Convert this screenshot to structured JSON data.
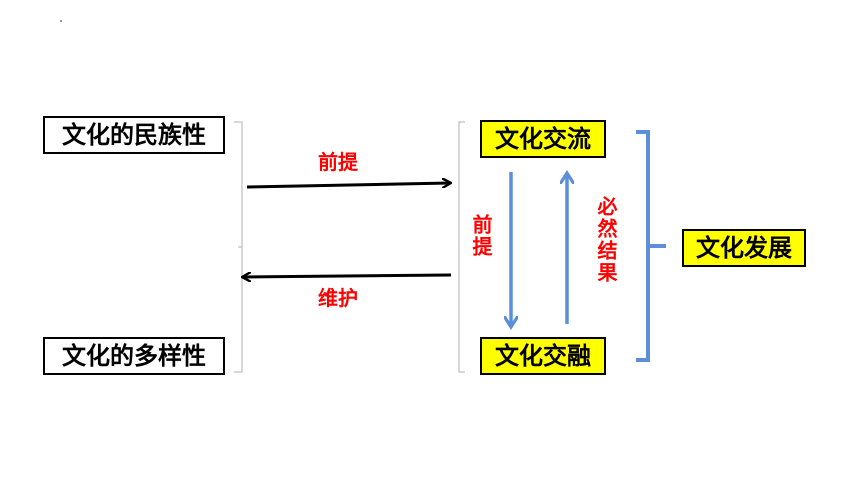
{
  "nodes": {
    "minzu": "文化的民族性",
    "duoyang": "文化的多样性",
    "jiaoliu": "文化交流",
    "jiaorong": "文化交融",
    "fazhan": "文化发展"
  },
  "edges": {
    "top_arrow_label": "前提",
    "bottom_arrow_label": "维护",
    "down_arrow_label": "前提",
    "up_arrow_label": "必然结果"
  },
  "colors": {
    "black_arrow": "#000000",
    "blue_arrow": "#5b8fd9",
    "red_text": "#ff0000",
    "highlight": "#ffff00"
  }
}
